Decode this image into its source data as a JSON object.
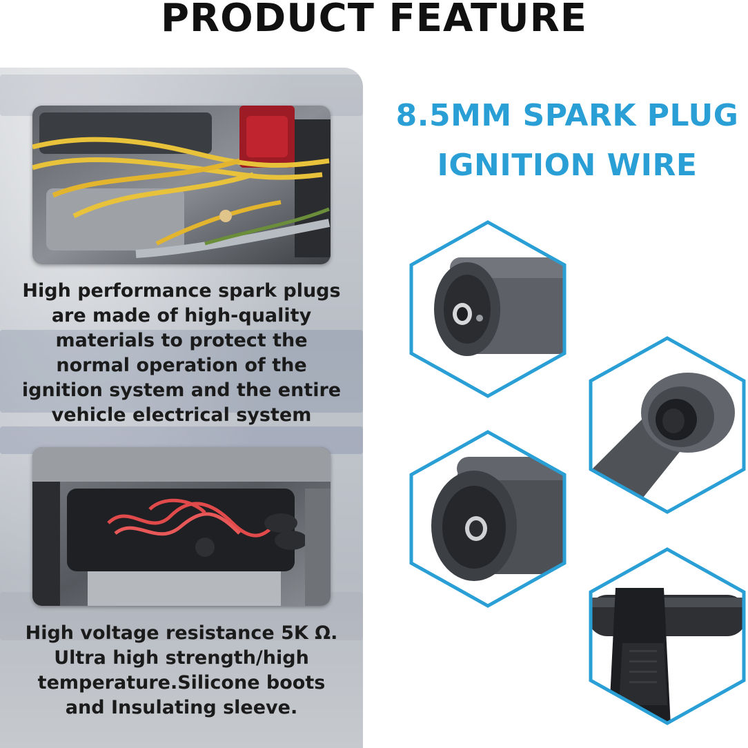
{
  "page": {
    "title": "PRODUCT FEATURE"
  },
  "left_panel": {
    "caption_1": [
      "High performance spark plugs",
      "are made of high-quality",
      "materials to protect the",
      "normal operation of the",
      "ignition system and the entire",
      "vehicle electrical system"
    ],
    "caption_2": [
      "High voltage resistance 5K Ω.",
      "Ultra high strength/high",
      "temperature.Silicone boots",
      "and Insulating sleeve."
    ]
  },
  "right_panel": {
    "heading_line_1": "8.5MM SPARK PLUG",
    "heading_line_2": "IGNITION WIRE"
  },
  "colors": {
    "accent": "#2a9fd6",
    "text": "#1b1b1b",
    "wire_yellow": "#e8c23a",
    "wire_red": "#e04a4a",
    "boot_gray": "#55595f"
  }
}
